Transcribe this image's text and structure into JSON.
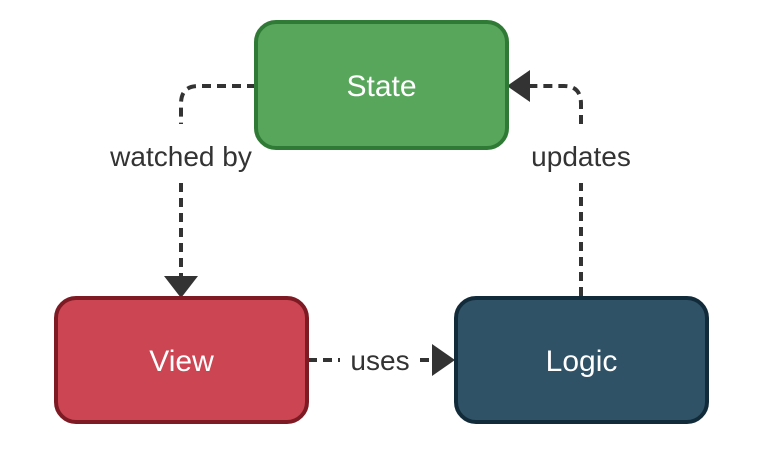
{
  "nodes": {
    "state": {
      "label": "State",
      "fill": "#58a65c",
      "stroke": "#2f7a35"
    },
    "view": {
      "label": "View",
      "fill": "#cc4552",
      "stroke": "#7d1a23"
    },
    "logic": {
      "label": "Logic",
      "fill": "#2f5266",
      "stroke": "#122b3a"
    }
  },
  "edges": {
    "state_to_view": {
      "label": "watched by"
    },
    "view_to_logic": {
      "label": "uses"
    },
    "logic_to_state": {
      "label": "updates"
    }
  },
  "colors": {
    "edge": "#333333"
  }
}
